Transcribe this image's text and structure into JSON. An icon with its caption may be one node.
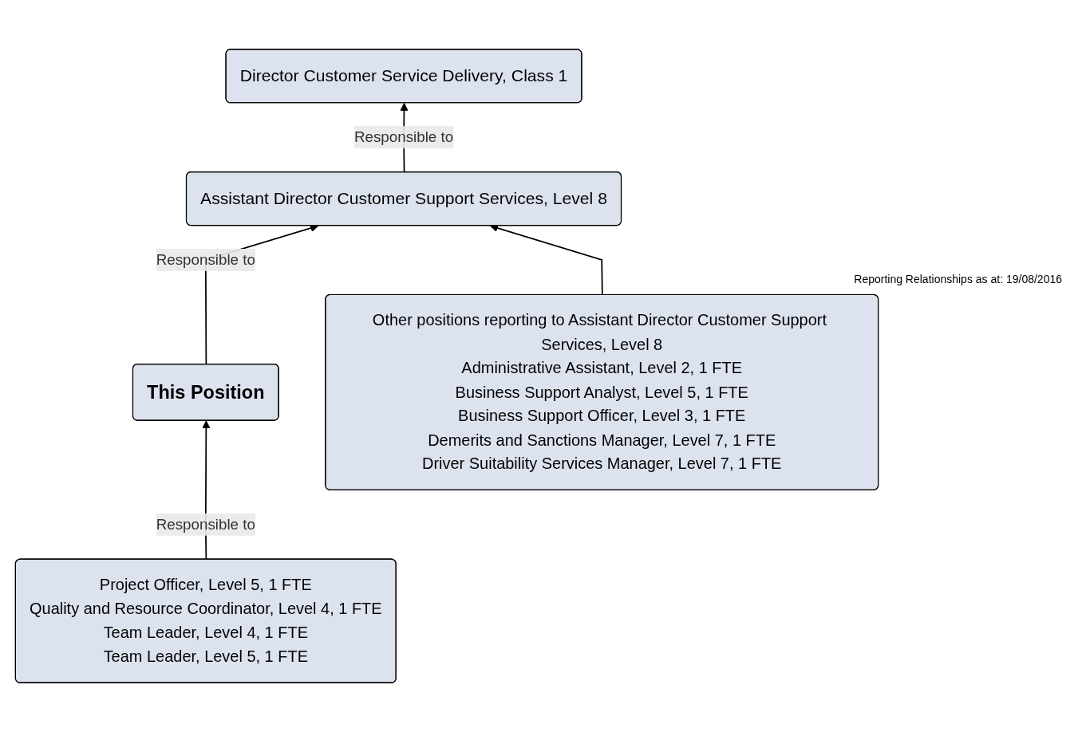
{
  "diagram": {
    "nodes": [
      {
        "text": [
          "Director Customer Service Delivery, Class 1"
        ]
      },
      {
        "text": [
          "Assistant Director Customer Support Services, Level 8"
        ]
      },
      {
        "text": [
          "This Position"
        ]
      },
      {
        "text": [
          "Other positions reporting to Assistant Director Customer Support Services, Level 8",
          "Administrative Assistant, Level 2, 1 FTE",
          "Business Support Analyst, Level 5, 1 FTE",
          "Business Support Officer, Level 3, 1 FTE",
          "Demerits and Sanctions Manager, Level 7, 1 FTE",
          "Driver Suitability Services Manager, Level 7, 1 FTE"
        ]
      },
      {
        "text": [
          "Project Officer, Level 5, 1 FTE",
          "Quality and Resource Coordinator, Level 4, 1 FTE",
          "Team Leader, Level 4, 1 FTE",
          "Team Leader, Level 5, 1 FTE"
        ]
      }
    ],
    "edges": [
      {
        "from": 1,
        "to": 0,
        "arrow": "to",
        "label": "Responsible to"
      },
      {
        "from": 2,
        "to": 1,
        "arrow": "to",
        "label": "Responsible to"
      },
      {
        "from": 4,
        "to": 2,
        "arrow": "to",
        "label": "Responsible to"
      },
      {
        "from": 3,
        "to": 1,
        "arrow": "to"
      }
    ],
    "labels": [
      "Reporting Relationships as at: 19/08/2016"
    ]
  }
}
